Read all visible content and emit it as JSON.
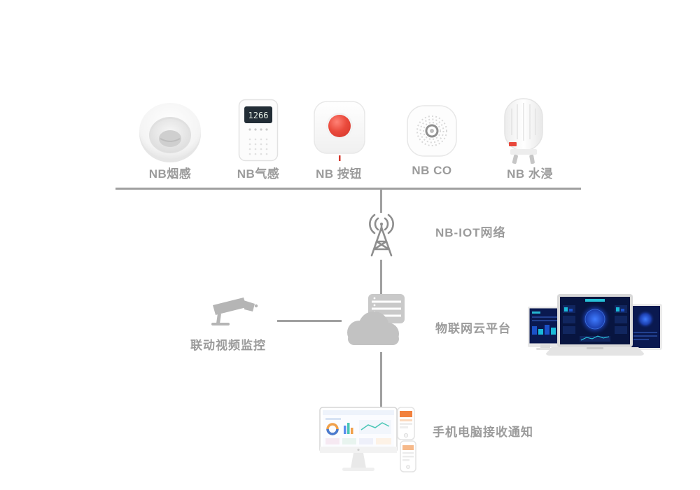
{
  "devices": [
    {
      "id": "smoke",
      "label": "NB烟感"
    },
    {
      "id": "gas",
      "label": "NB气感",
      "display": "1266"
    },
    {
      "id": "button",
      "label": "NB 按钮"
    },
    {
      "id": "co",
      "label": "NB CO"
    },
    {
      "id": "water",
      "label": "NB 水浸"
    }
  ],
  "labels": {
    "network": "NB-IOT网络",
    "cloud": "物联网云平台",
    "camera": "联动视频监控",
    "notify": "手机电脑接收通知"
  },
  "colors": {
    "label_gray": "#9b9b9b",
    "line_gray": "#a0a0a0",
    "icon_gray": "#b5b5b5",
    "alert_red": "#e8473b",
    "screen_navy": "#081540"
  }
}
